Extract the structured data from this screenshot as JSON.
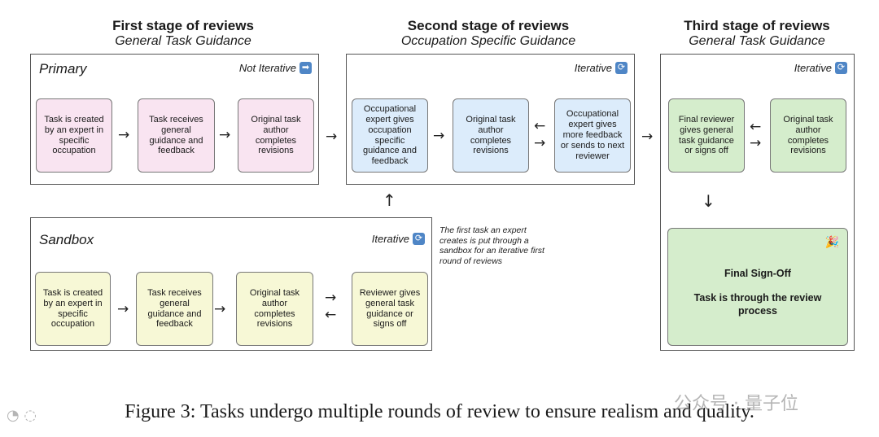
{
  "stages": [
    {
      "title": "First stage of reviews",
      "subtitle": "General Task Guidance"
    },
    {
      "title": "Second stage of reviews",
      "subtitle": "Occupation Specific Guidance"
    },
    {
      "title": "Third stage of reviews",
      "subtitle": "General Task Guidance"
    }
  ],
  "primary": {
    "title": "Primary",
    "tag": "Not Iterative",
    "boxes": [
      "Task is created by an expert in specific occupation",
      "Task receives general guidance and feedback",
      "Original task author completes revisions"
    ]
  },
  "second": {
    "tag": "Iterative",
    "boxes": [
      "Occupational expert gives occupation specific guidance and feedback",
      "Original task author completes revisions",
      "Occupational expert gives more feedback or sends to next reviewer"
    ]
  },
  "third": {
    "tag": "Iterative",
    "boxes": [
      "Final reviewer gives general task guidance or signs off",
      "Original task author completes revisions"
    ],
    "final_title": "Final Sign-Off",
    "final_text": "Task is through the review process"
  },
  "sandbox": {
    "title": "Sandbox",
    "tag": "Iterative",
    "boxes": [
      "Task is created by an expert in specific occupation",
      "Task receives general guidance and feedback",
      "Original task author completes revisions",
      "Reviewer gives general task guidance or signs off"
    ],
    "note": "The first task an expert creates is put through a sandbox for an iterative first round of reviews"
  },
  "caption": "Figure 3: Tasks undergo multiple rounds of review to ensure realism and quality.",
  "watermark": "公众号 · 量子位",
  "icons": {
    "not_iterative": "arrow-right-icon",
    "iterative": "refresh-icon",
    "final": "party-popper-icon"
  },
  "colors": {
    "primary_box": "#f9e4f1",
    "second_box": "#dcecfb",
    "third_box": "#d5edcc",
    "sandbox_box": "#f7f8d6",
    "icon": "#4f86c6"
  }
}
